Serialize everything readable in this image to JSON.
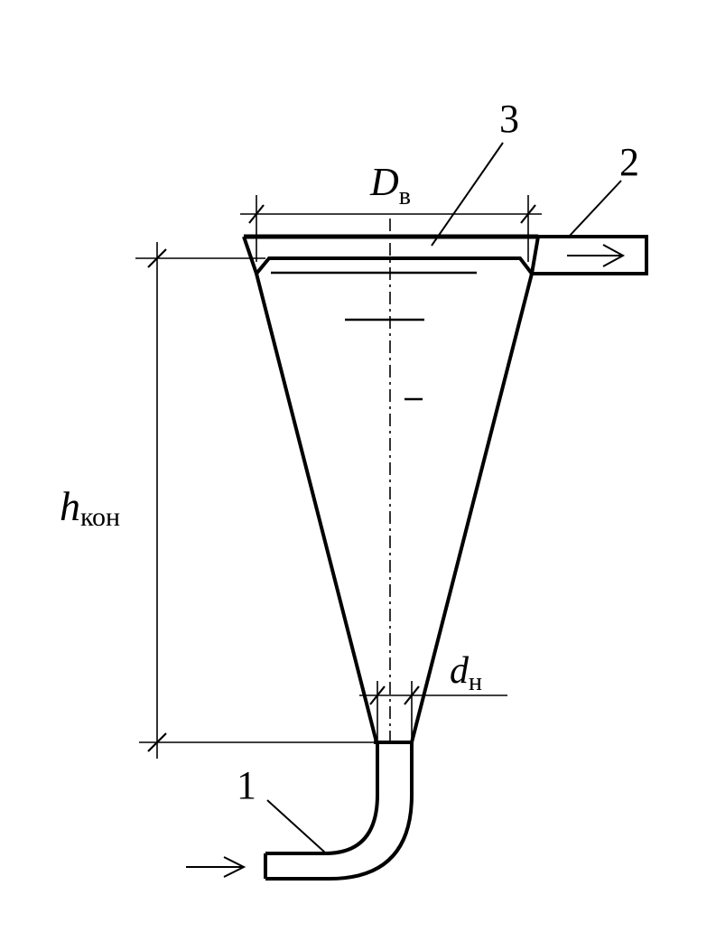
{
  "figure": {
    "labels": {
      "dim_top_main": "D",
      "dim_top_sub": "в",
      "dim_height_main": "h",
      "dim_height_sub": "кон",
      "dim_bottom_main": "d",
      "dim_bottom_sub": "н",
      "callout_inlet": "1",
      "callout_outlet": "2",
      "callout_chute": "3"
    },
    "colors": {
      "ink": "#000000",
      "paper": "#ffffff"
    }
  }
}
